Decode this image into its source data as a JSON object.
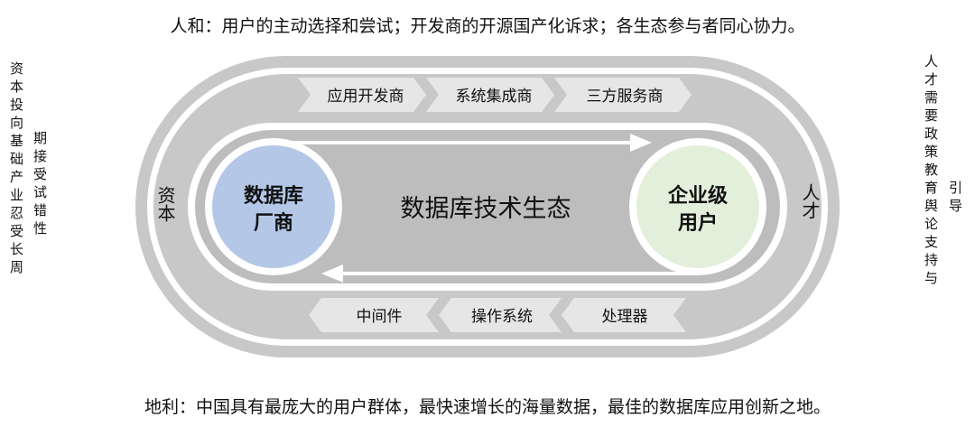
{
  "top_text": "人和：用户的主动选择和尝试；开发商的开源国产化诉求；各生态参与者同心协力。",
  "bottom_text": "地利：中国具有最庞大的用户群体，最快速增长的海量数据，最佳的数据库应用创新之地。",
  "left_side": {
    "col1": "资本投向基础产业忍受长周",
    "col2": "期接受试错性"
  },
  "right_side": {
    "col1": "人才需要政策教育舆论支持与",
    "col2": "引导"
  },
  "loop": {
    "left_label": "资本",
    "right_label": "人才"
  },
  "top_chevrons": [
    "应用开发商",
    "系统集成商",
    "三方服务商"
  ],
  "bottom_chevrons": [
    "中间件",
    "操作系统",
    "处理器"
  ],
  "center_title": "数据库技术生态",
  "left_circle": [
    "数据库",
    "厂商"
  ],
  "right_circle": [
    "企业级",
    "用户"
  ],
  "colors": {
    "outer_ring": "#c8c8c8",
    "chevron_fill": "#e6e6e6",
    "inner_track": "#bdbdbd",
    "left_circle": "#b4c7e7",
    "right_circle": "#e2efda"
  }
}
